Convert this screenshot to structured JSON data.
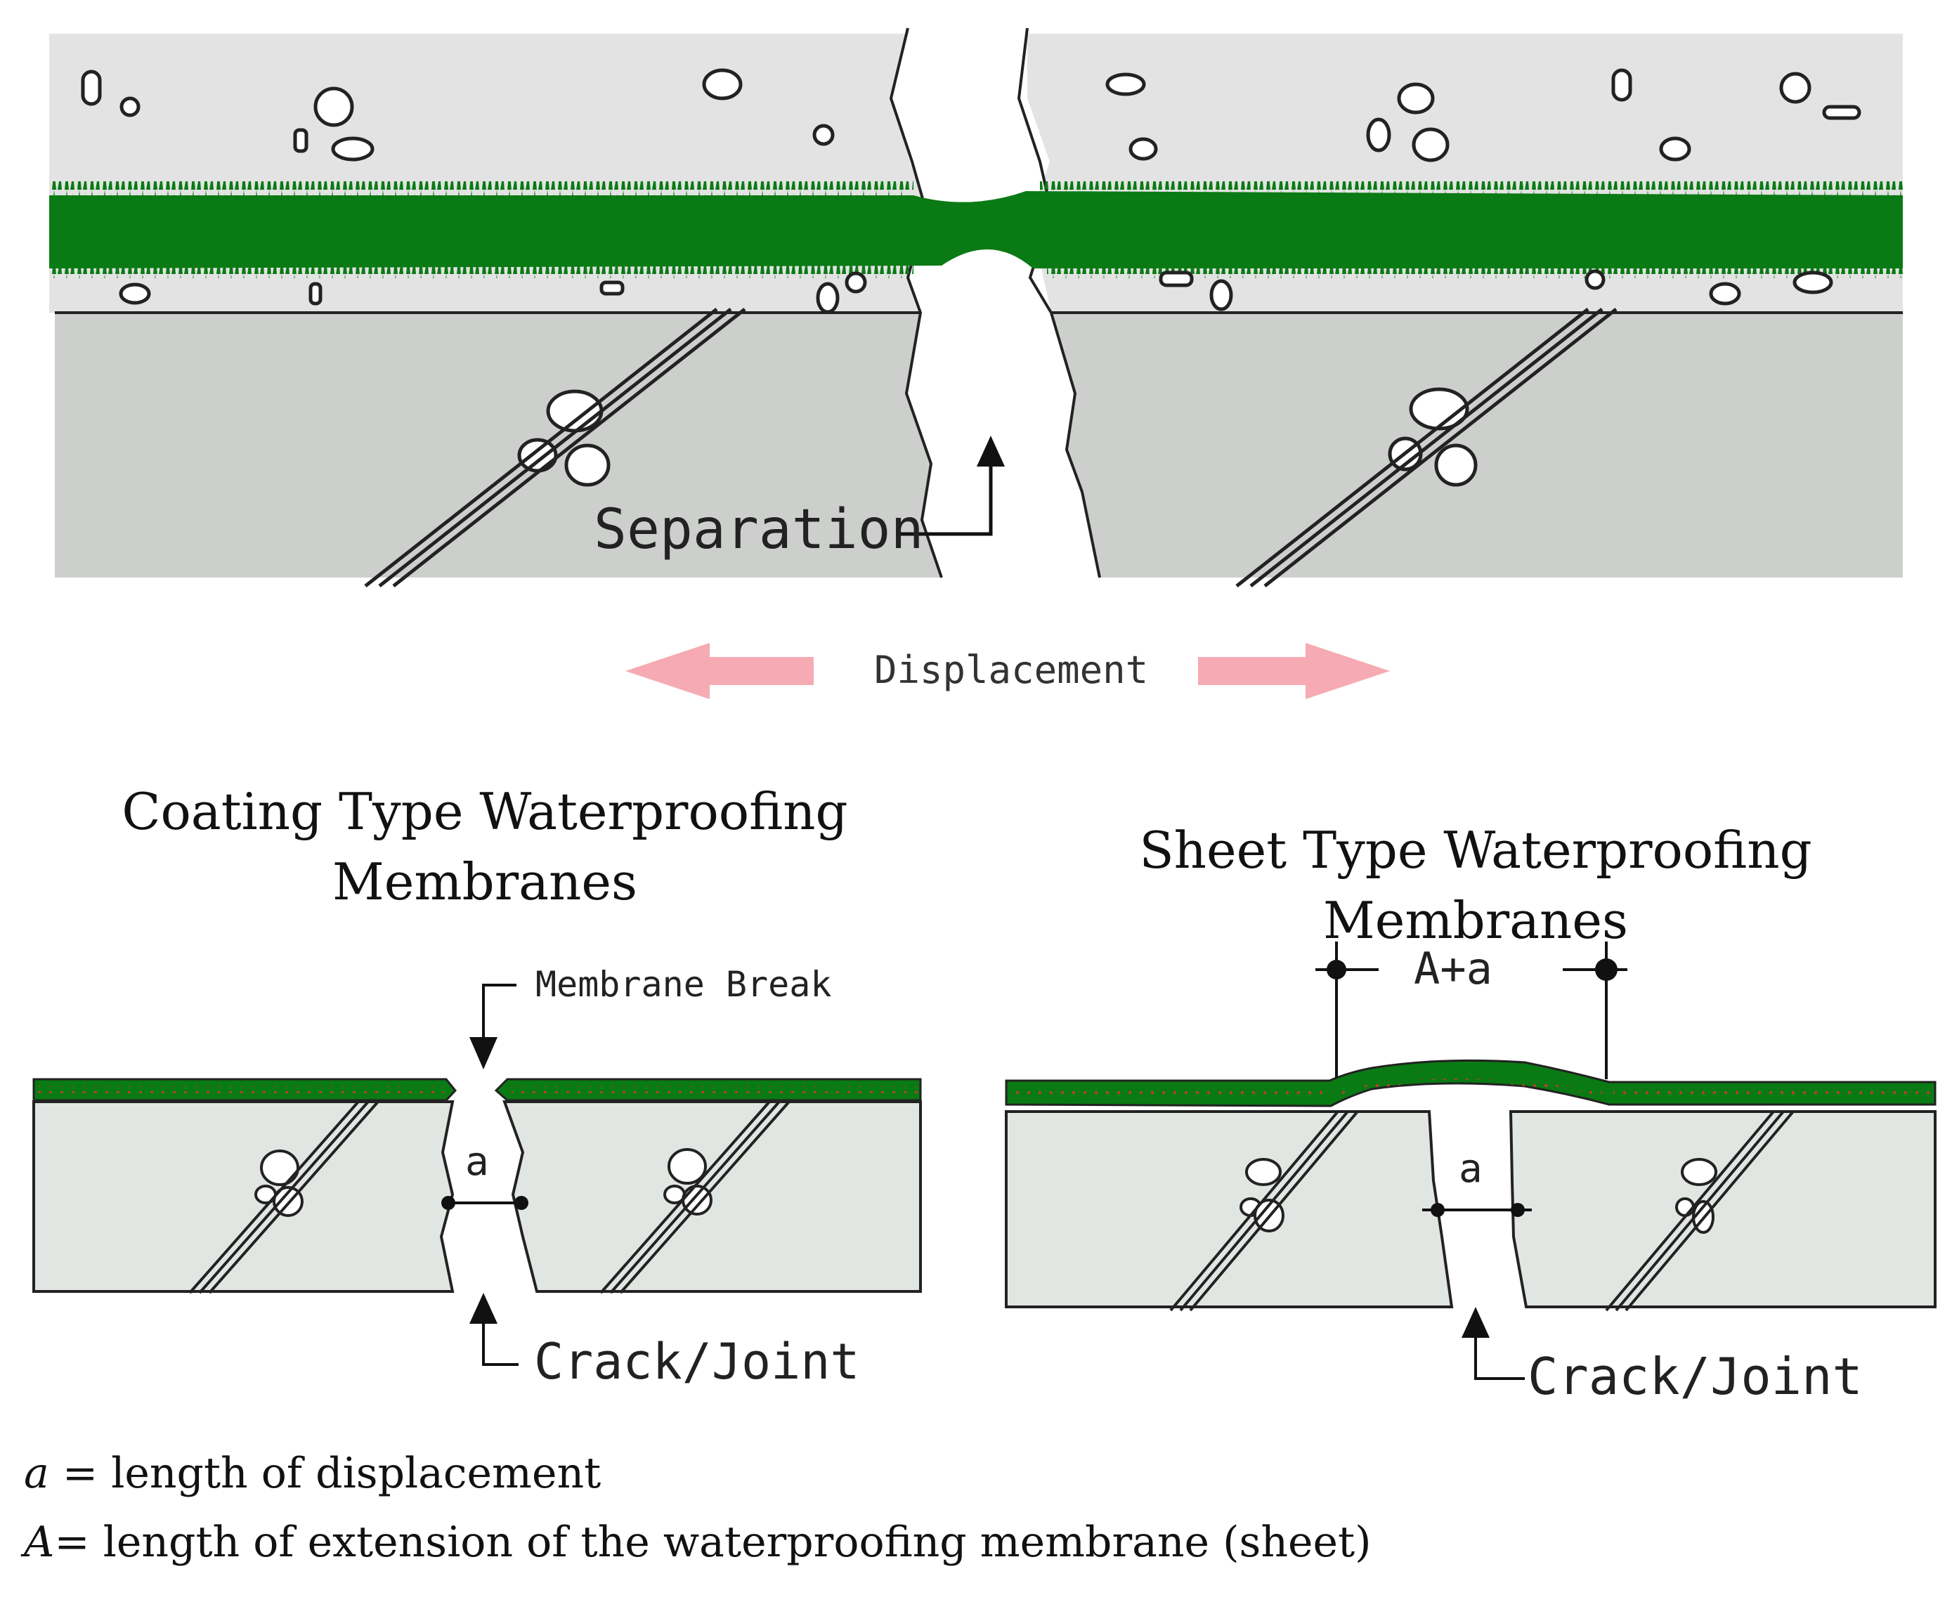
{
  "top_diagram": {
    "separation_label": "Separation",
    "displacement_label": "Displacement"
  },
  "coating": {
    "title_line1": "Coating Type Waterproofing",
    "title_line2": "Membranes",
    "break_label": "Membrane Break",
    "gap_label": "a",
    "crack_label": "Crack/Joint"
  },
  "sheet": {
    "title": "Sheet Type Waterproofing Membranes",
    "extension_label": "A+a",
    "gap_label": "a",
    "crack_label": "Crack/Joint"
  },
  "legend": {
    "a_symbol": "a",
    "a_text": " = length of displacement",
    "A_symbol": "A",
    "A_text": "= length of extension of the waterproofing membrane (sheet)"
  },
  "colors": {
    "membrane_green": "#0a7a14",
    "upper_layer": "#e3e3e3",
    "concrete": "#cdcfcd",
    "slab_fill": "#e2e6e2",
    "arrow_pink": "#f6aab4"
  }
}
